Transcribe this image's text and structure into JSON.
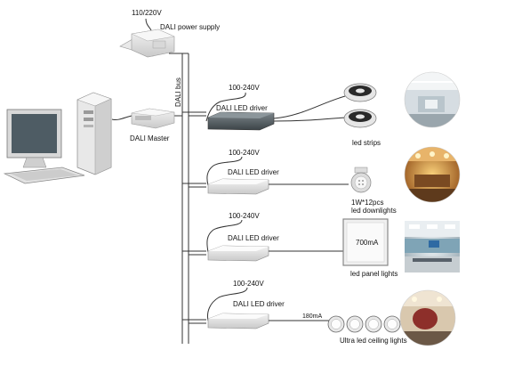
{
  "power_supply": {
    "voltage": "110/220V",
    "label": "DALI power supply"
  },
  "bus": {
    "label": "DALI bus"
  },
  "master": {
    "label": "DALI Master"
  },
  "channels": [
    {
      "voltage": "100-240V",
      "driver": "DALI LED driver",
      "load": "led strips",
      "load_line2": ""
    },
    {
      "voltage": "100-240V",
      "driver": "DALI LED driver",
      "load": "1W*12pcs",
      "load_line2": "led downlights"
    },
    {
      "voltage": "100-240V",
      "driver": "DALI LED driver",
      "load": "led panel lights",
      "load_line2": "",
      "panel_text": "700mA"
    },
    {
      "voltage": "100-240V",
      "driver": "DALI LED driver",
      "load": "Ultra led ceiling lights",
      "load_line2": "",
      "current": "180mA"
    }
  ]
}
